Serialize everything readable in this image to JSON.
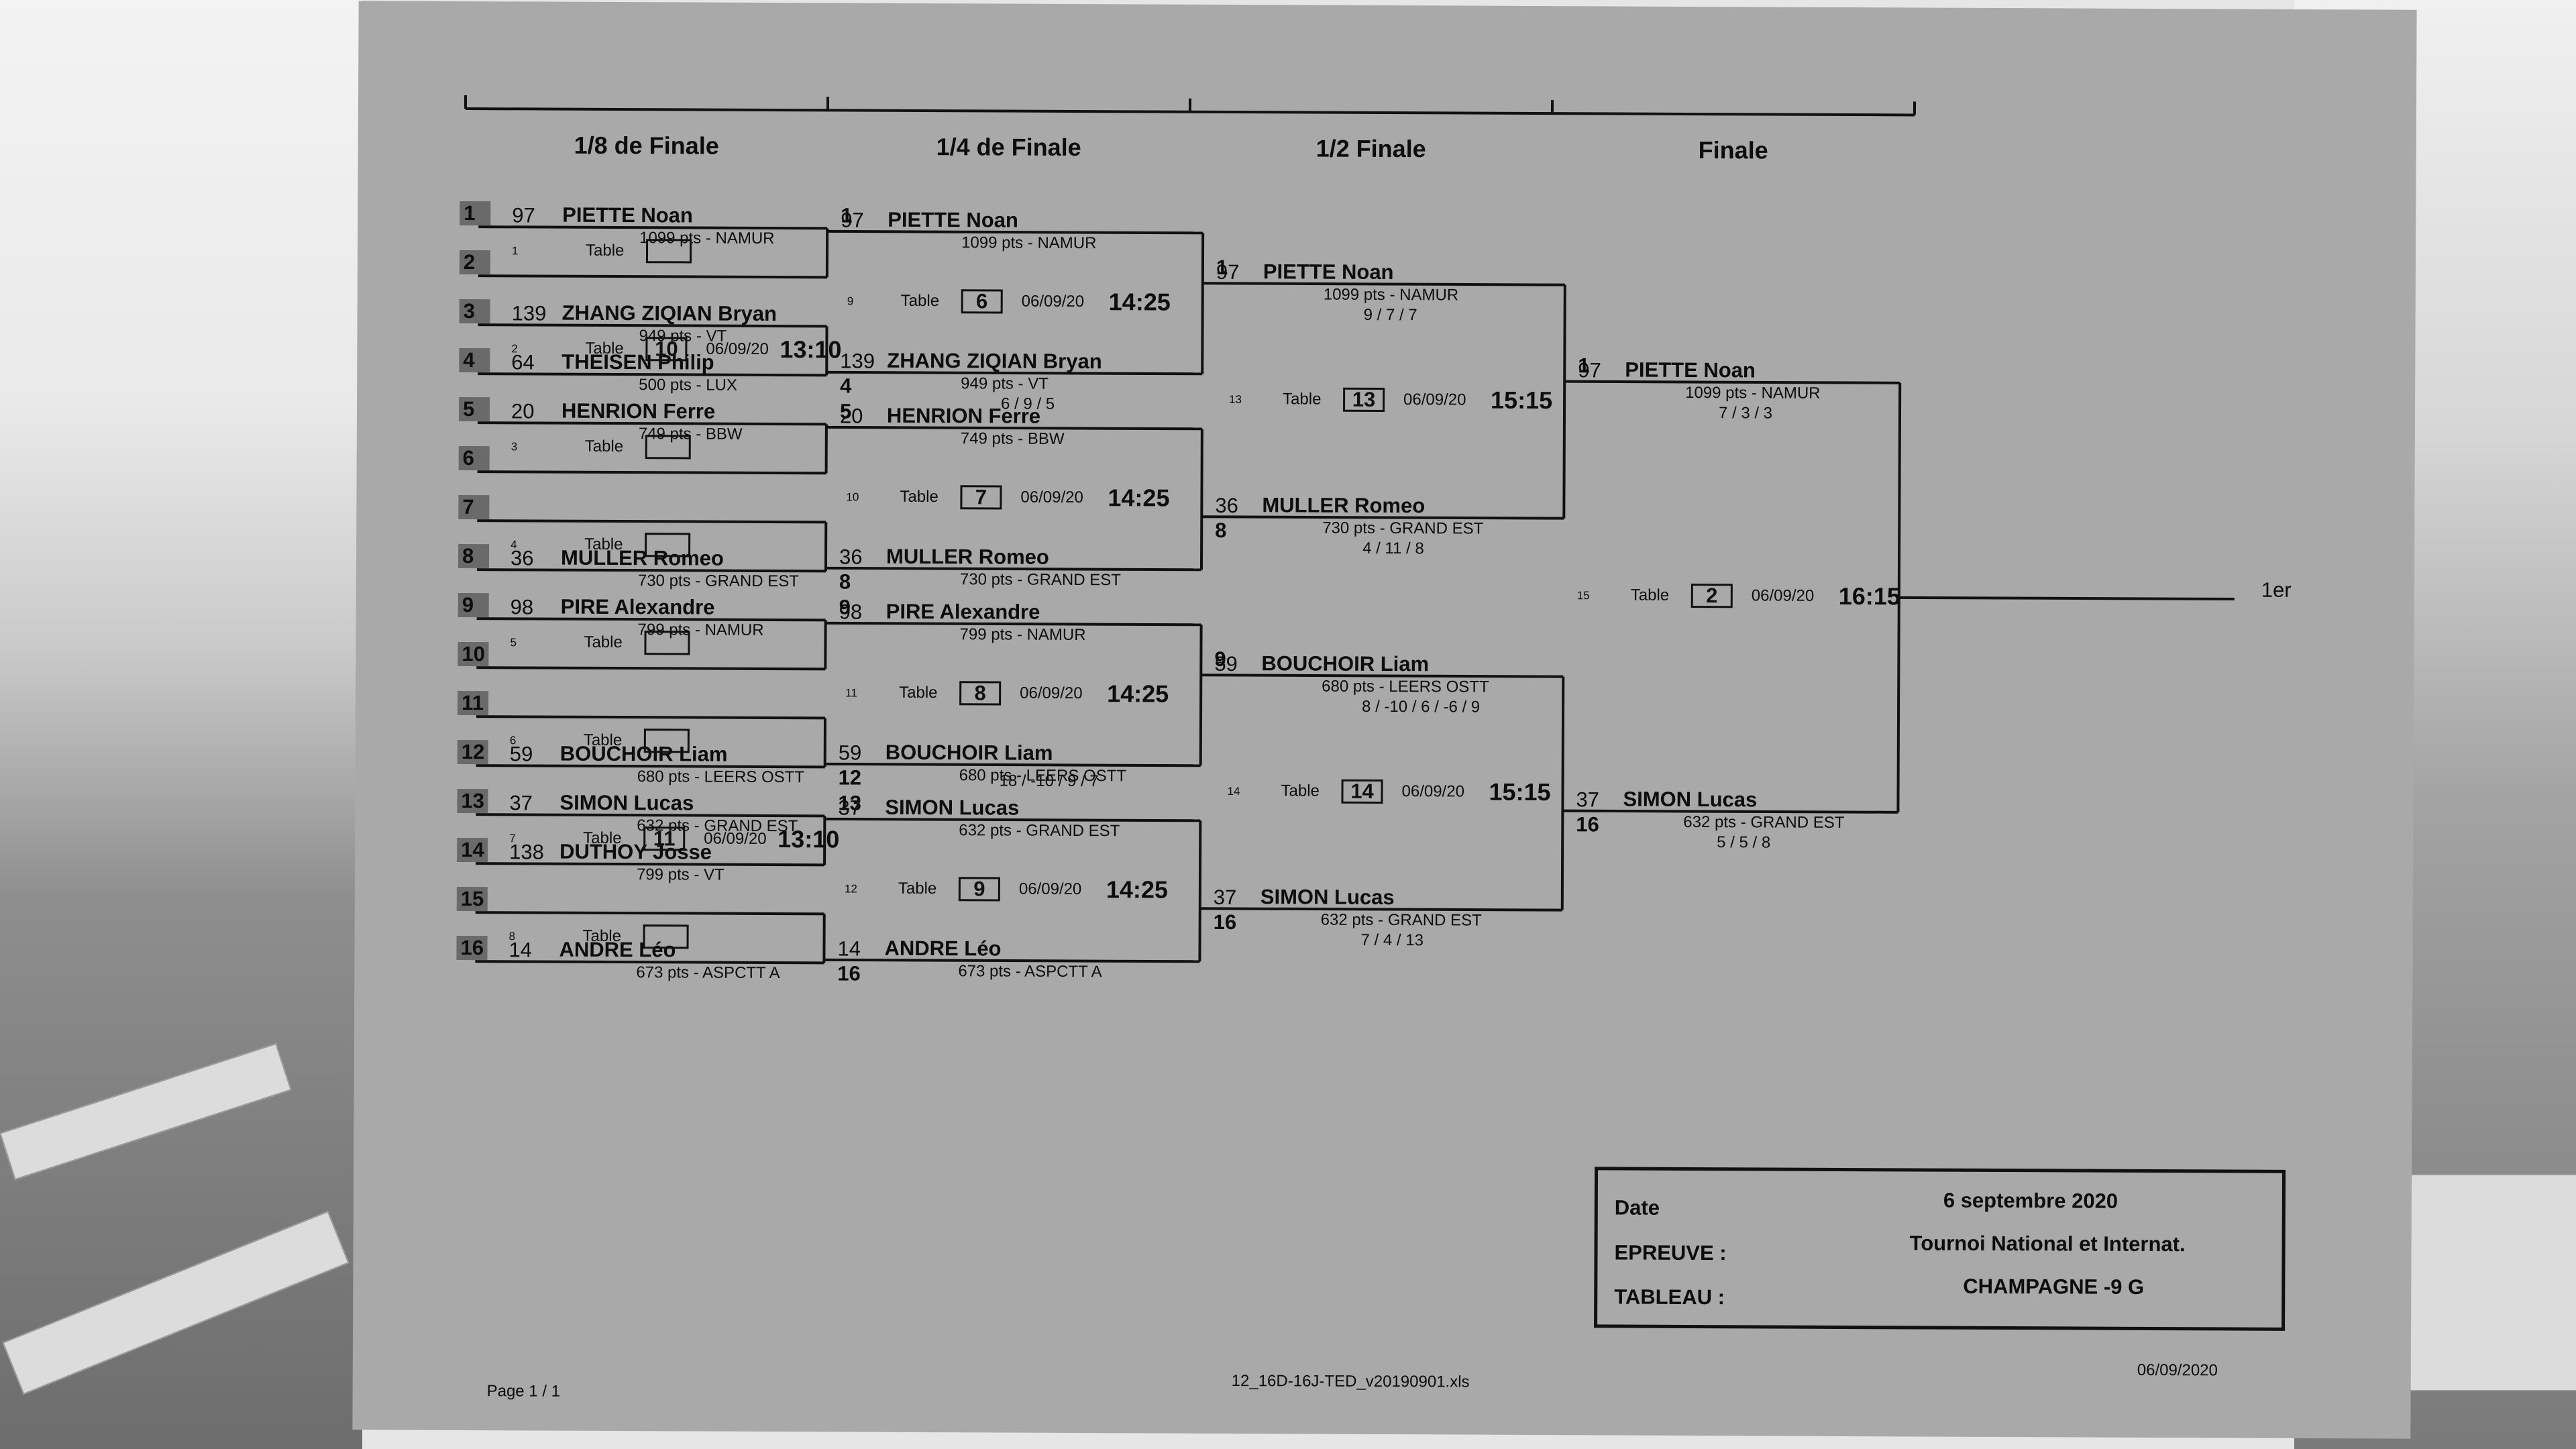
{
  "rounds": [
    "1/8 de Finale",
    "1/4 de Finale",
    "1/2 Finale",
    "Finale"
  ],
  "r1": {
    "slots": [
      {
        "seed": "1",
        "rank": "97",
        "name": "PIETTE Noan",
        "info": "1099 pts - NAMUR"
      },
      {
        "seed": "2"
      },
      {
        "seed": "3",
        "rank": "139",
        "name": "ZHANG ZIQIAN Bryan",
        "info": "949 pts - VT"
      },
      {
        "seed": "4",
        "rank": "64",
        "name": "THEISEN Philip",
        "info": "500 pts - LUX"
      },
      {
        "seed": "5",
        "rank": "20",
        "name": "HENRION Ferre",
        "info": "749 pts - BBW"
      },
      {
        "seed": "6"
      },
      {
        "seed": "7"
      },
      {
        "seed": "8",
        "rank": "36",
        "name": "MULLER Romeo",
        "info": "730 pts - GRAND EST"
      },
      {
        "seed": "9",
        "rank": "98",
        "name": "PIRE Alexandre",
        "info": "799 pts - NAMUR"
      },
      {
        "seed": "10"
      },
      {
        "seed": "11"
      },
      {
        "seed": "12",
        "rank": "59",
        "name": "BOUCHOIR Liam",
        "info": "680 pts - LEERS OSTT"
      },
      {
        "seed": "13",
        "rank": "37",
        "name": "SIMON Lucas",
        "info": "632 pts - GRAND EST"
      },
      {
        "seed": "14",
        "rank": "138",
        "name": "DUTHOY Josse",
        "info": "799 pts - VT"
      },
      {
        "seed": "15"
      },
      {
        "seed": "16",
        "rank": "14",
        "name": "ANDRE Léo",
        "info": "673 pts - ASPCTT A"
      }
    ],
    "matches": [
      {
        "n": "1",
        "table": "",
        "date": "",
        "time": ""
      },
      {
        "n": "2",
        "table": "10",
        "date": "06/09/20",
        "time": "13:10"
      },
      {
        "n": "3",
        "table": "",
        "date": "",
        "time": ""
      },
      {
        "n": "4",
        "table": "",
        "date": "",
        "time": ""
      },
      {
        "n": "5",
        "table": "",
        "date": "",
        "time": ""
      },
      {
        "n": "6",
        "table": "",
        "date": "",
        "time": ""
      },
      {
        "n": "7",
        "table": "11",
        "date": "06/09/20",
        "time": "13:10"
      },
      {
        "n": "8",
        "table": "",
        "date": "",
        "time": ""
      }
    ]
  },
  "r2": {
    "slots": [
      {
        "seed": "1",
        "rank": "97",
        "name": "PIETTE Noan",
        "info": "1099 pts - NAMUR"
      },
      {
        "seed": "4",
        "rank": "139",
        "name": "ZHANG ZIQIAN Bryan",
        "info": "949 pts - VT",
        "score": "6 / 9 / 5"
      },
      {
        "seed": "5",
        "rank": "20",
        "name": "HENRION Ferre",
        "info": "749 pts - BBW"
      },
      {
        "seed": "8",
        "rank": "36",
        "name": "MULLER Romeo",
        "info": "730 pts - GRAND EST"
      },
      {
        "seed": "9",
        "rank": "98",
        "name": "PIRE Alexandre",
        "info": "799 pts - NAMUR"
      },
      {
        "seed": "12",
        "rank": "59",
        "name": "BOUCHOIR Liam",
        "info": "680 pts - LEERS OSTT"
      },
      {
        "seed": "13",
        "rank": "37",
        "name": "SIMON Lucas",
        "info": "632 pts - GRAND EST",
        "score": "18 / -10 / 9 / 7"
      },
      {
        "seed": "16",
        "rank": "14",
        "name": "ANDRE Léo",
        "info": "673 pts - ASPCTT A"
      }
    ],
    "matches": [
      {
        "n": "9",
        "table": "6",
        "date": "06/09/20",
        "time": "14:25"
      },
      {
        "n": "10",
        "table": "7",
        "date": "06/09/20",
        "time": "14:25"
      },
      {
        "n": "11",
        "table": "8",
        "date": "06/09/20",
        "time": "14:25"
      },
      {
        "n": "12",
        "table": "9",
        "date": "06/09/20",
        "time": "14:25"
      }
    ]
  },
  "r3": {
    "slots": [
      {
        "seed": "1",
        "rank": "97",
        "name": "PIETTE Noan",
        "info": "1099 pts - NAMUR",
        "score": "9 / 7 / 7"
      },
      {
        "seed": "8",
        "rank": "36",
        "name": "MULLER Romeo",
        "info": "730 pts - GRAND EST",
        "score": "4 / 11 / 8"
      },
      {
        "seed": "9",
        "rank": "59",
        "name": "BOUCHOIR Liam",
        "info": "680 pts - LEERS OSTT",
        "score": "8 / -10 / 6 / -6 / 9"
      },
      {
        "seed": "16",
        "rank": "37",
        "name": "SIMON Lucas",
        "info": "632 pts - GRAND EST",
        "score": "7 / 4 / 13"
      }
    ],
    "matches": [
      {
        "n": "13",
        "table": "13",
        "date": "06/09/20",
        "time": "15:15"
      },
      {
        "n": "14",
        "table": "14",
        "date": "06/09/20",
        "time": "15:15"
      }
    ]
  },
  "r4": {
    "slots": [
      {
        "seed": "1",
        "rank": "97",
        "name": "PIETTE Noan",
        "info": "1099 pts - NAMUR",
        "score": "7 / 3 / 3"
      },
      {
        "seed": "16",
        "rank": "37",
        "name": "SIMON Lucas",
        "info": "632 pts - GRAND EST",
        "score": "5 / 5 / 8"
      }
    ],
    "match": {
      "n": "15",
      "table": "2",
      "date": "06/09/20",
      "time": "16:15"
    }
  },
  "table_label": "Table",
  "winner_label": "1er",
  "info": {
    "date_label": "Date",
    "date_value": "6 septembre 2020",
    "epreuve_label": "EPREUVE :",
    "epreuve_value": "Tournoi National et Internat.",
    "tableau_label": "TABLEAU :",
    "tableau_value": "CHAMPAGNE -9 G"
  },
  "footer": {
    "page": "Page 1 / 1",
    "file": "12_16D-16J-TED_v20190901.xls",
    "date": "06/09/2020"
  }
}
